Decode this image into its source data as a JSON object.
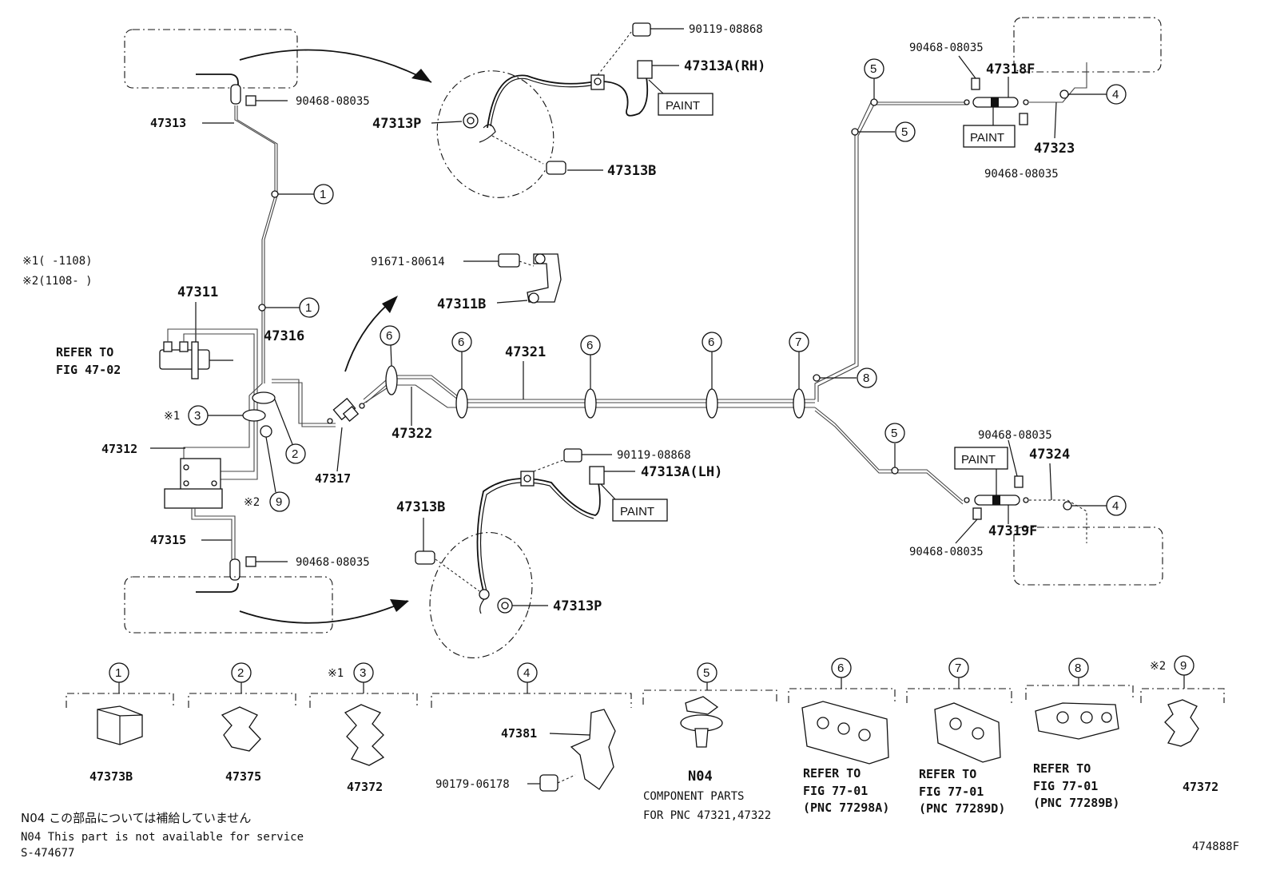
{
  "labels": {
    "p47313": "47313",
    "p90468_tl": "90468-08035",
    "p47313P_top": "47313P",
    "p90119_top": "90119-08868",
    "p47313A_RH": "47313A(RH)",
    "paint_rh": "PAINT",
    "p47313B_top": "47313B",
    "p91671": "91671-80614",
    "p47311B": "47311B",
    "note1": "※1(    -1108)",
    "note2": "※2(1108-    )",
    "p47311": "47311",
    "refer_to": "REFER TO",
    "fig4702": "FIG 47-02",
    "p47316": "47316",
    "p47321": "47321",
    "p47322": "47322",
    "p47317": "47317",
    "p47312": "47312",
    "p47315": "47315",
    "p90468_bl": "90468-08035",
    "p90119_bot": "90119-08868",
    "p47313A_LH": "47313A(LH)",
    "paint_lh": "PAINT",
    "p47313B_bot": "47313B",
    "p47313P_bot": "47313P",
    "p90468_tr1": "90468-08035",
    "p47318F": "47318F",
    "paint_tr": "PAINT",
    "p47323": "47323",
    "p90468_tr2": "90468-08035",
    "p90468_br1": "90468-08035",
    "paint_br": "PAINT",
    "p47324": "47324",
    "p47319F": "47319F",
    "p90468_br2": "90468-08035",
    "mark1": "※1",
    "mark2": "※2"
  },
  "callouts": {
    "c1": "1",
    "c2": "2",
    "c3": "3",
    "c4": "4",
    "c5": "5",
    "c6": "6",
    "c7": "7",
    "c8": "8",
    "c9": "9"
  },
  "legend": {
    "items": [
      {
        "num": "1",
        "part": "47373B"
      },
      {
        "num": "2",
        "part": "47375"
      },
      {
        "num": "3",
        "mark": "※1",
        "part": "47372"
      },
      {
        "num": "4",
        "part": "47381",
        "part2": "90179-06178"
      },
      {
        "num": "5",
        "part": "N04",
        "desc1": "COMPONENT PARTS",
        "desc2": "FOR PNC 47321,47322"
      },
      {
        "num": "6",
        "ref1": "REFER TO",
        "ref2": "FIG 77-01",
        "ref3": "(PNC 77298A)"
      },
      {
        "num": "7",
        "ref1": "REFER TO",
        "ref2": "FIG 77-01",
        "ref3": "(PNC 77289D)"
      },
      {
        "num": "8",
        "ref1": "REFER TO",
        "ref2": "FIG 77-01",
        "ref3": "(PNC 77289B)"
      },
      {
        "num": "9",
        "mark": "※2",
        "part": "47372"
      }
    ]
  },
  "footer": {
    "jp": "N04 この部品については補給していません",
    "en": "N04 This part is not available for service",
    "ref": "S-474677",
    "fig": "474888F"
  }
}
